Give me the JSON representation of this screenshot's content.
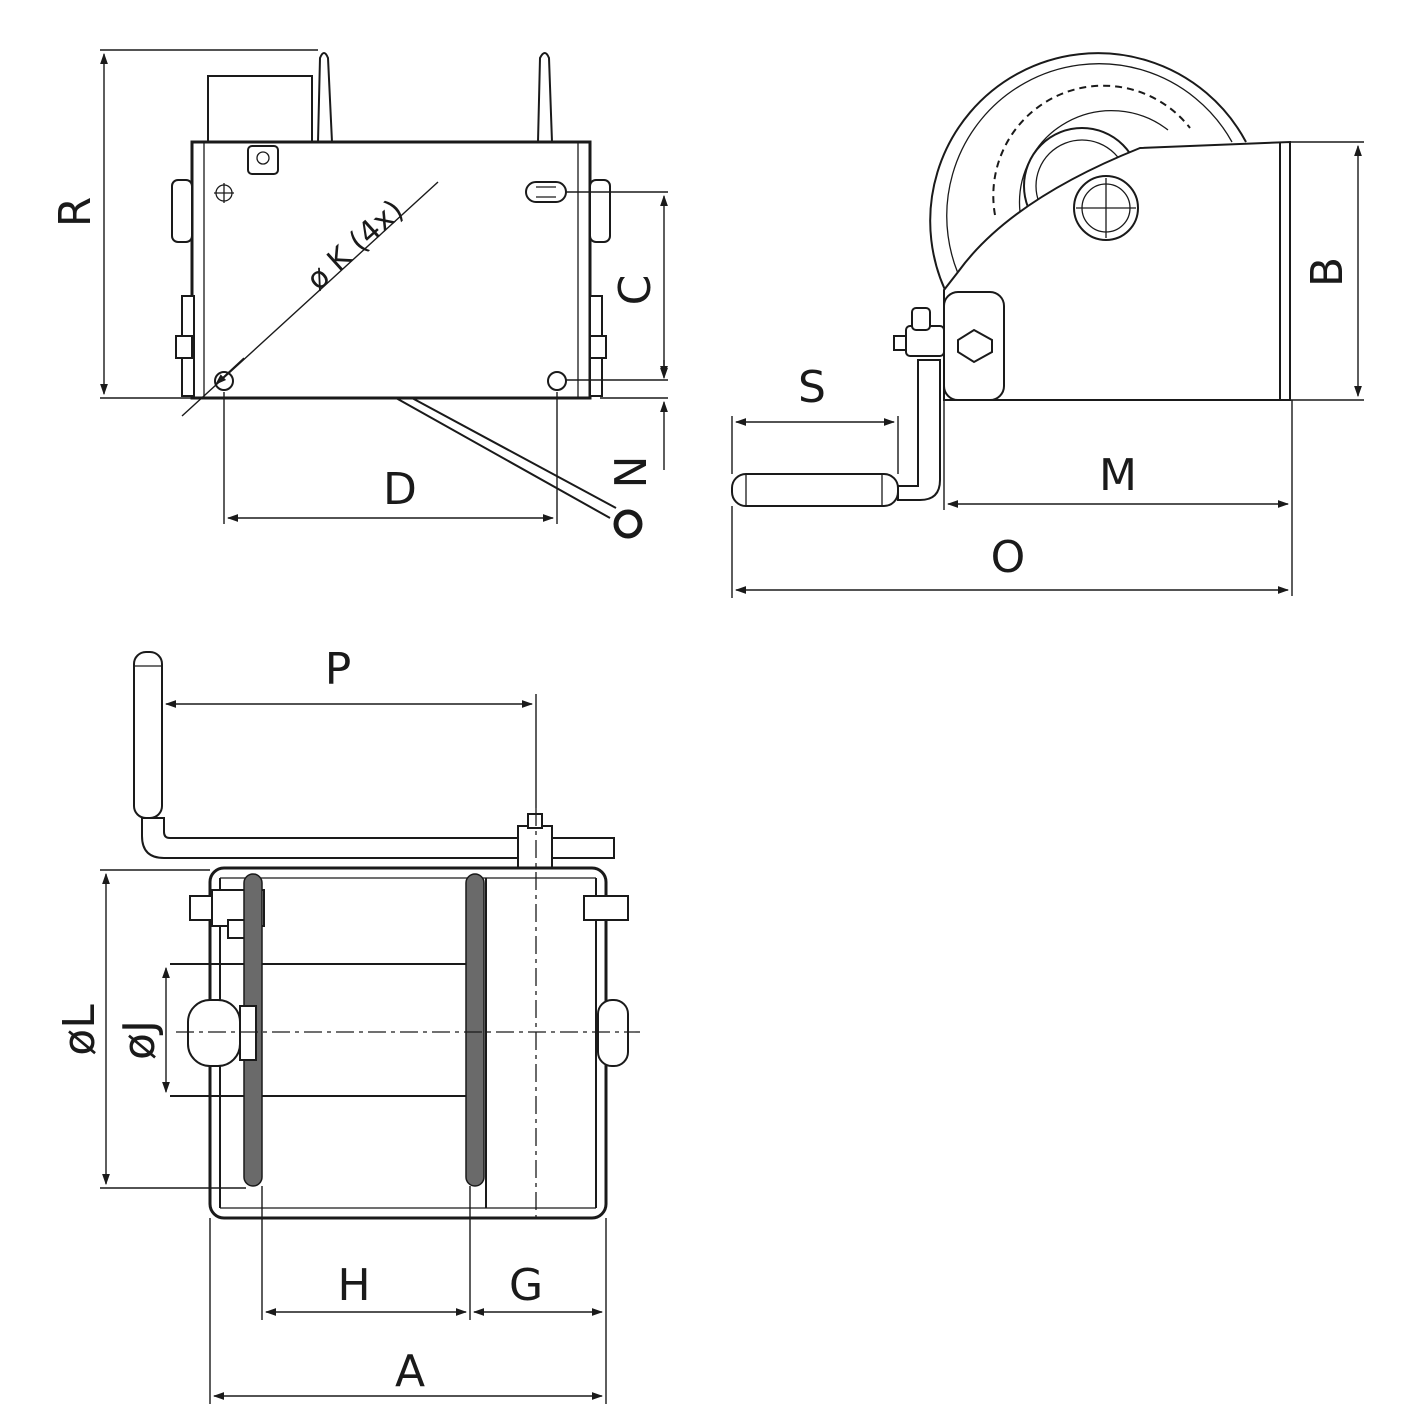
{
  "labels": {
    "R": "R",
    "K": "ø K (4x)",
    "C": "C",
    "N": "N",
    "D": "D",
    "S": "S",
    "B": "B",
    "M": "M",
    "O": "O",
    "P": "P",
    "L": "øL",
    "J": "øJ",
    "H": "H",
    "G": "G",
    "A": "A"
  }
}
